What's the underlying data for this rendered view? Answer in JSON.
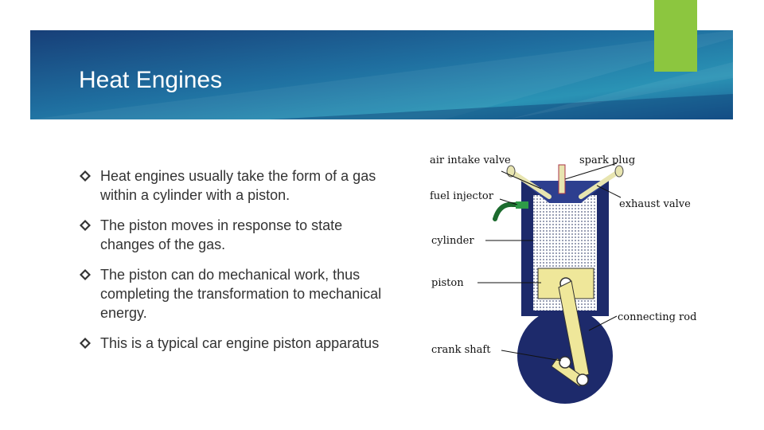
{
  "title": "Heat Engines",
  "bullets": [
    "Heat engines usually take the form of a gas within a cylinder with a piston.",
    "The piston moves in response to state changes of the gas.",
    "The piston can do mechanical work, thus completing the transformation to mechanical energy.",
    "This is a typical car engine piston apparatus"
  ],
  "diagram": {
    "labels": {
      "air_intake_valve": "air intake valve",
      "spark_plug": "spark plug",
      "fuel_injector": "fuel injector",
      "exhaust_valve": "exhaust valve",
      "cylinder": "cylinder",
      "piston": "piston",
      "connecting_rod": "connecting rod",
      "crank_shaft": "crank shaft"
    }
  },
  "colors": {
    "banner_dark": "#1b4f8a",
    "banner_light": "#2e9bb8",
    "accent_green": "#8cc63f",
    "engine_blue": "#1d2a6b",
    "piston_yellow": "#efe79a"
  }
}
